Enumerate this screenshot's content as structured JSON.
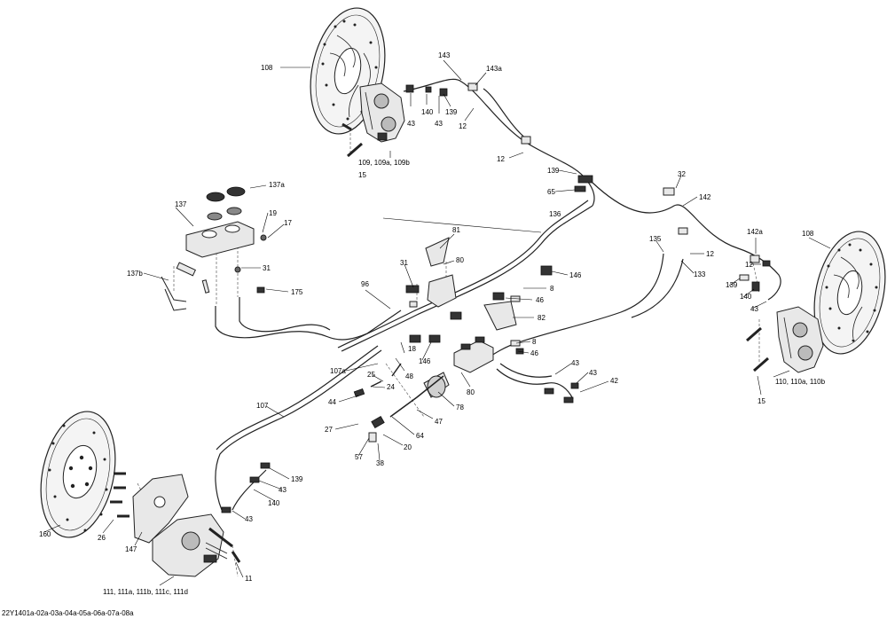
{
  "diagram_ref": "22Y1401a-02a-03a-04a-05a-06a-07a-08a",
  "callouts": {
    "c108a": "108",
    "c109": "109, 109a, 109b",
    "c15a": "15",
    "c43a": "43",
    "c140a": "140",
    "c43b": "43",
    "c139a": "139",
    "c143": "143",
    "c143a": "143a",
    "c12a": "12",
    "c12b": "12",
    "c139b": "139",
    "c65": "65",
    "c32": "32",
    "c142": "142",
    "c137a": "137a",
    "c137": "137",
    "c19": "19",
    "c17": "17",
    "c31a": "31",
    "c137b": "137b",
    "c175": "175",
    "c136": "136",
    "c81": "81",
    "c80a": "80",
    "c31b": "31",
    "c146a": "146",
    "c96": "96",
    "c8a": "8",
    "c46a": "46",
    "c82": "82",
    "c135": "135",
    "c12c": "12",
    "c133": "133",
    "c142a": "142a",
    "c108b": "108",
    "c12d": "12",
    "c139c": "139",
    "c140b": "140",
    "c43c": "43",
    "c18": "18",
    "c146b": "146",
    "c8b": "8",
    "c46b": "46",
    "c107a": "107a",
    "c25": "25",
    "c48": "48",
    "c24": "24",
    "c80b": "80",
    "c43d": "43",
    "c43e": "43",
    "c42": "42",
    "c15b": "15",
    "c110": "110, 110a, 110b",
    "c44": "44",
    "c78": "78",
    "c47": "47",
    "c107": "107",
    "c27": "27",
    "c64": "64",
    "c20": "20",
    "c57": "57",
    "c38": "38",
    "c139d": "139",
    "c43f": "43",
    "c140c": "140",
    "c43g": "43",
    "c160": "160",
    "c26": "26",
    "c147": "147",
    "c11": "11",
    "c111": "111, 111a, 111b, 111c, 111d"
  }
}
